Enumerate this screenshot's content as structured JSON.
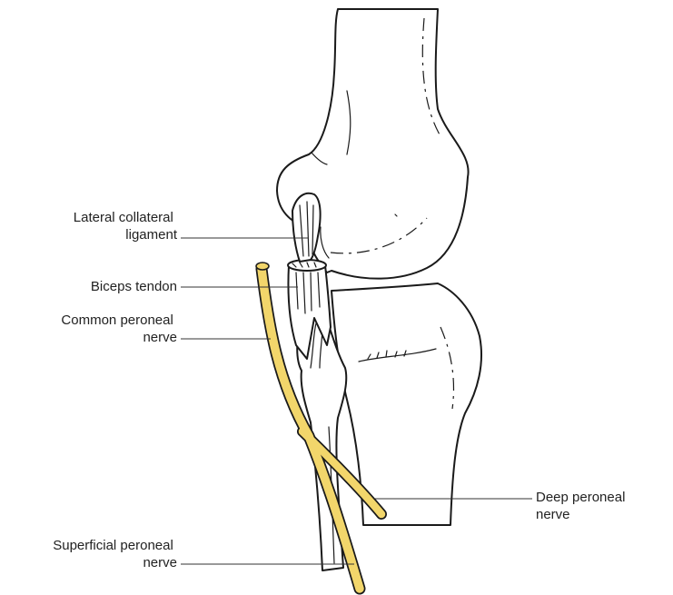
{
  "labels": {
    "lateral_collateral_ligament": [
      "Lateral collateral",
      "ligament"
    ],
    "biceps_tendon": [
      "Biceps tendon"
    ],
    "common_peroneal_nerve": [
      "Common peroneal",
      "nerve"
    ],
    "deep_peroneal_nerve": [
      "Deep peroneal",
      "nerve"
    ],
    "superficial_peroneal_nerve": [
      "Superficial peroneal",
      "nerve"
    ]
  },
  "colors": {
    "nerve_fill": "#f2d66b",
    "nerve_outline": "#1a1a1a",
    "bone_outline": "#1a1a1a",
    "background": "#ffffff"
  }
}
